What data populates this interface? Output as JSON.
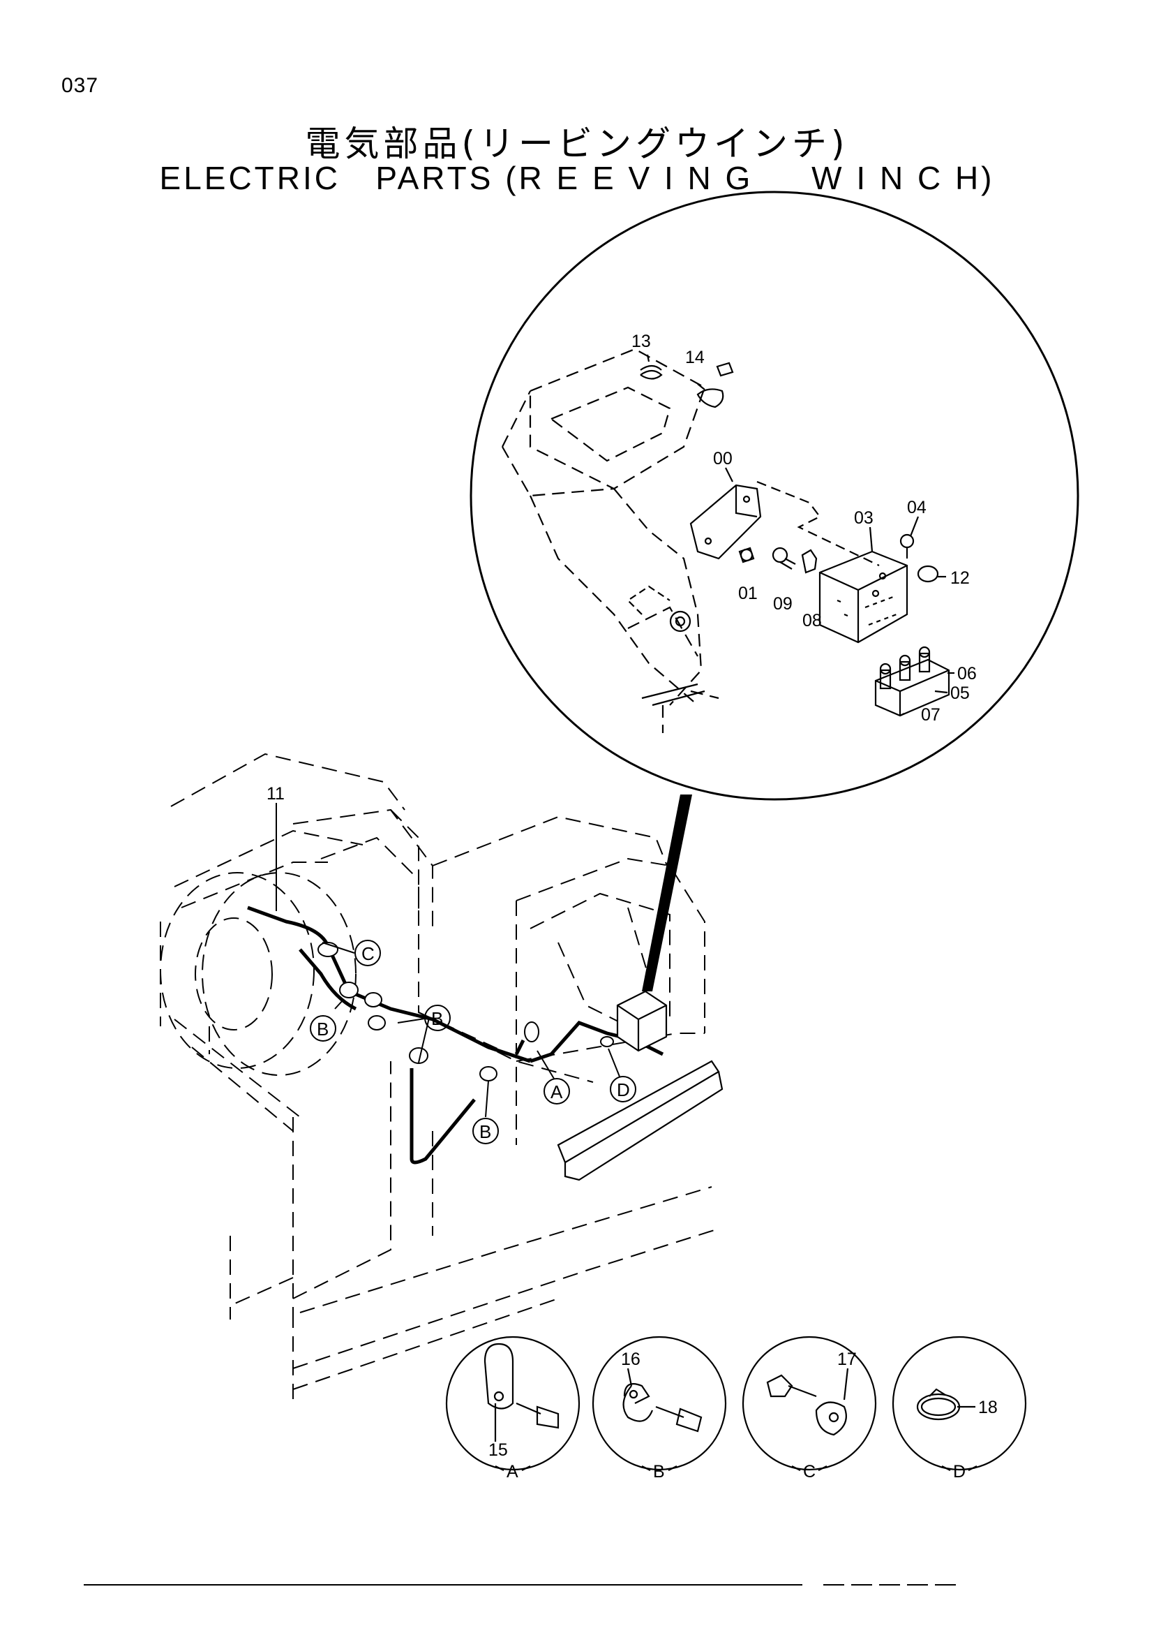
{
  "page_number": "037",
  "title_jp": "電気部品(リービングウインチ)",
  "title_en": "ELECTRIC   PARTS (R E E V I N G     W I N C H)",
  "parts": {
    "p00": "00",
    "p01": "01",
    "p03": "03",
    "p04": "04",
    "p05": "05",
    "p06": "06",
    "p07": "07",
    "p08": "08",
    "p09": "09",
    "p11": "11",
    "p12": "12",
    "p13": "13",
    "p14": "14",
    "p15": "15",
    "p16": "16",
    "p17": "17",
    "p18": "18"
  },
  "callouts": {
    "a": "A",
    "b": "B",
    "c": "C",
    "d": "D"
  },
  "detail_views": {
    "a": "A",
    "b": "B",
    "c": "C",
    "d": "D"
  }
}
